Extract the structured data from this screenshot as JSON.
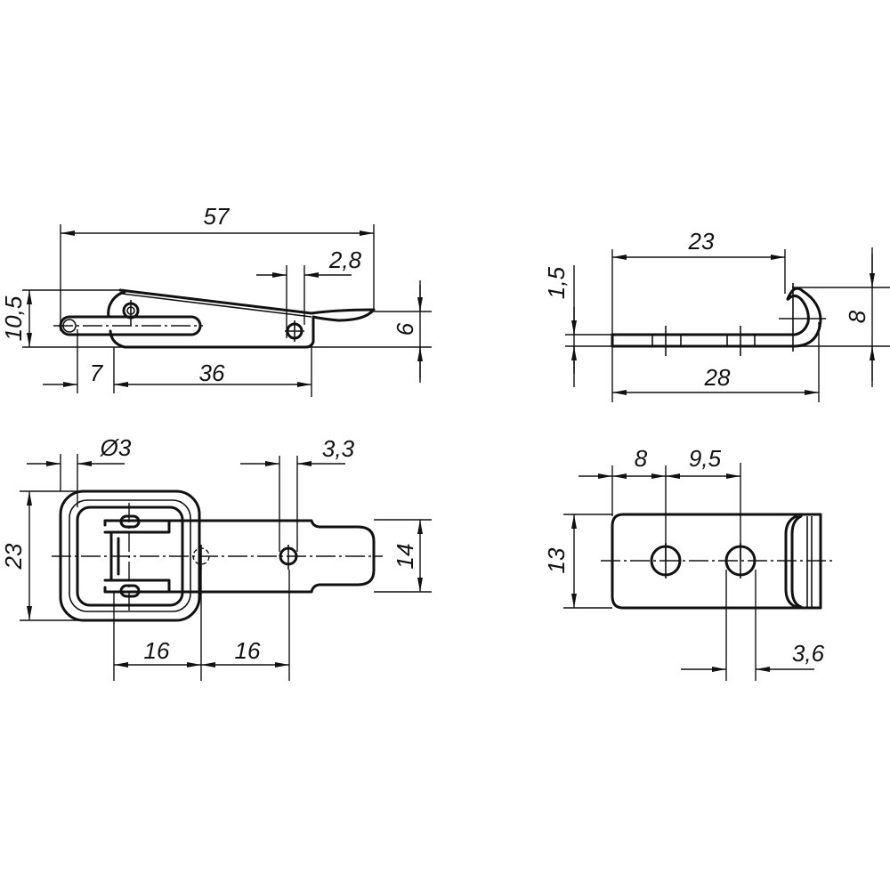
{
  "colors": {
    "line": "#111111",
    "background": "#ffffff"
  },
  "views": {
    "side_view": {
      "dims": {
        "overall_length": "57",
        "height": "10,5",
        "hole_width": "2,8",
        "end_height": "6",
        "offset": "7",
        "base_length": "36"
      }
    },
    "top_view": {
      "dims": {
        "pin_dia": "Ø3",
        "hole_dia": "3,3",
        "bail_width": "23",
        "body_width": "14",
        "pitch_1": "16",
        "pitch_2": "16"
      }
    },
    "catch_side_view": {
      "dims": {
        "hook_offset": "23",
        "thickness": "1,5",
        "hook_height": "8",
        "length": "28"
      }
    },
    "catch_top_view": {
      "dims": {
        "first_hole": "8",
        "hole_pitch": "9,5",
        "width": "13",
        "hole_dia": "3,6"
      }
    }
  }
}
